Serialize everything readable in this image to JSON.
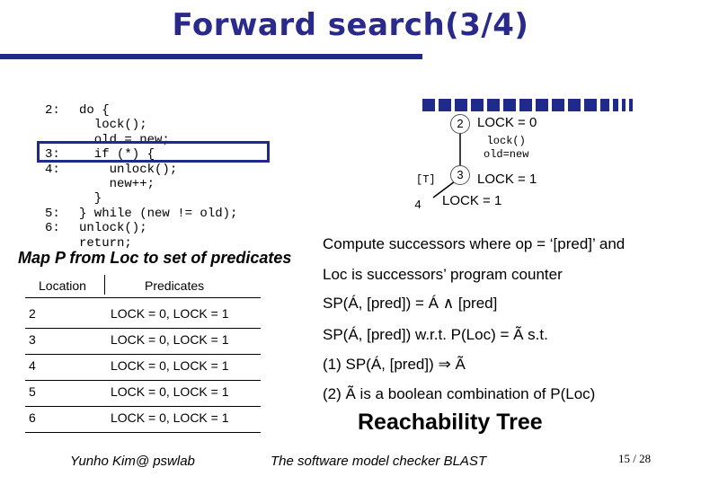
{
  "title": "Forward search(3/4)",
  "code": {
    "line_numbers": "2:\n\n\n3:\n4:\n\n\n5:\n6:",
    "text": "do {\n  lock();\n  old = new;\n  if (*) {\n    unlock();\n    new++;\n  }\n} while (new != old);\nunlock();\nreturn;"
  },
  "map": {
    "heading": "Map P from Loc to set of predicates",
    "col_location": "Location",
    "col_predicates": "Predicates",
    "rows": [
      {
        "loc": "2",
        "pred": "LOCK = 0, LOCK = 1"
      },
      {
        "loc": "3",
        "pred": "LOCK = 0, LOCK = 1"
      },
      {
        "loc": "4",
        "pred": "LOCK = 0, LOCK = 1"
      },
      {
        "loc": "5",
        "pred": "LOCK = 0, LOCK = 1"
      },
      {
        "loc": "6",
        "pred": "LOCK = 0, LOCK = 1"
      }
    ]
  },
  "tree": {
    "node_2": "2",
    "node_3": "3",
    "node_4": "4",
    "label_2": "LOCK = 0",
    "label_3": "LOCK = 1",
    "label_4": "LOCK = 1",
    "edge_23_label": "lock()\nold=new",
    "edge_34_label": "[T]",
    "caption": "Reachability Tree"
  },
  "text": {
    "line1": "Compute successors where op = ‘[pred]’ and",
    "line2": "Loc is successors’ program counter",
    "line3": "SP(Á, [pred]) = Á ∧ [pred]",
    "line4": "SP(Á, [pred]) w.r.t. P(Loc) = Ã s.t.",
    "line5": "(1) SP(Á, [pred]) ⇒ Ã",
    "line6": "(2) Ã is a boolean combination of P(Loc)"
  },
  "footer": {
    "author": "Yunho Kim@ pswlab",
    "center": "The software model checker BLAST",
    "page": "15 / 28"
  },
  "colors": {
    "title": "#2a2a8c",
    "accent": "#1f2a8a"
  }
}
